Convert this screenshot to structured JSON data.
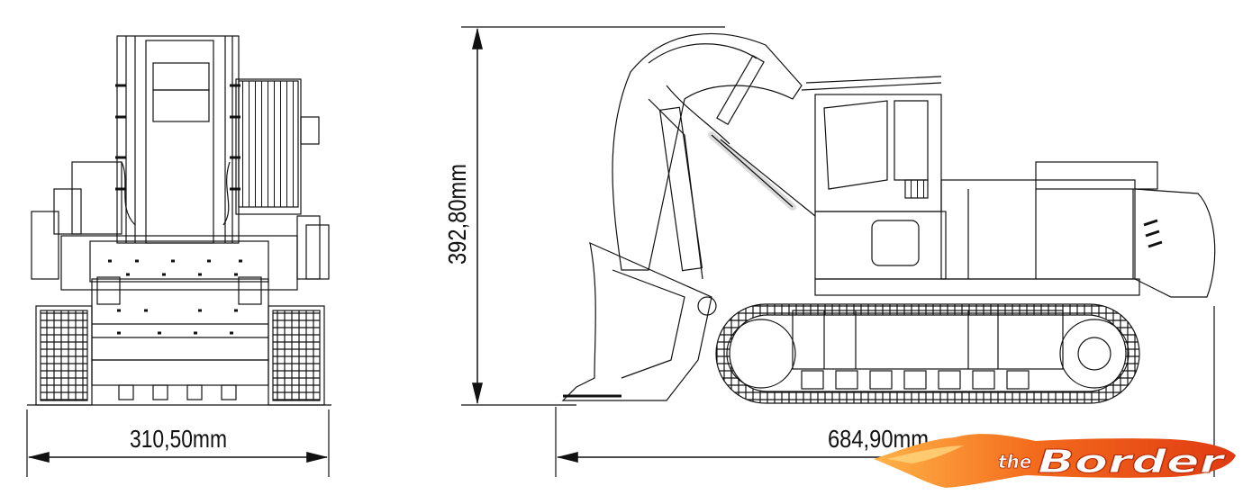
{
  "dimensions": {
    "front_width": "310,50mm",
    "side_height": "392,80mm",
    "side_length": "684,90mm"
  },
  "logo": {
    "prefix": "the",
    "name": "Border",
    "colors": {
      "flame_dark": "#e03a12",
      "flame_mid": "#f36a1c",
      "flame_light": "#ffb347",
      "text": "#ffffff"
    }
  },
  "colors": {
    "line": "#111111",
    "background": "#ffffff"
  },
  "views": {
    "front": "excavator-front-view-drawing",
    "side": "excavator-side-view-drawing"
  }
}
